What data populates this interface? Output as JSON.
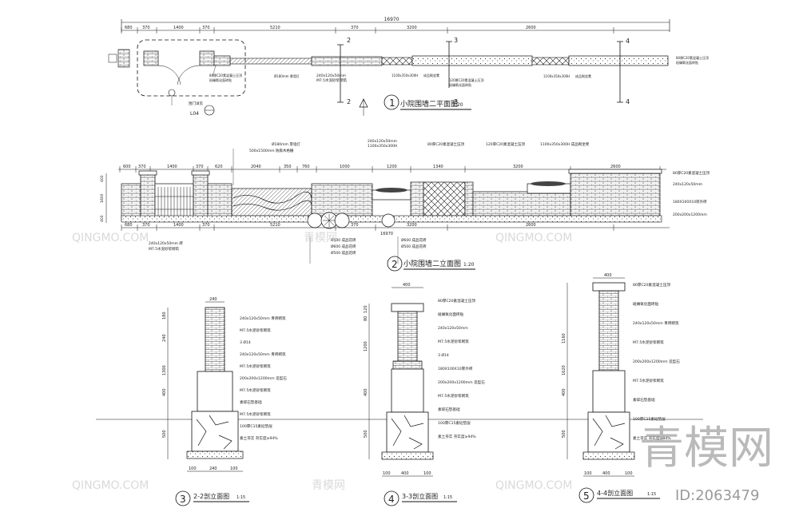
{
  "plan": {
    "top_total": "16970",
    "top_dims": [
      "680",
      "370",
      "1400",
      "370",
      "5210",
      "370",
      "3200",
      "2600"
    ],
    "section_marks": [
      "2",
      "2",
      "3",
      "3",
      "4",
      "4"
    ],
    "notes": [
      "80厚C20素混凝土压顶",
      "斑斓氧化面砖贴",
      "Ø180mm 景墙灯",
      "240x120x50mm",
      "M7.5水泥砂浆砌筑",
      "1100x350x300H",
      "成品砌坐凳",
      "120厚C20素混凝土压顶",
      "斑斓氧化面砖贴",
      "1100x350x300H",
      "成品砌坐凳",
      "80厚C20素混凝土压顶",
      "斑斓氧化面砖贴"
    ],
    "gate_label": "围门详见",
    "gate_ref": "L04",
    "title_num": "1",
    "title": "小院围墙二平面图",
    "scale": "1:20"
  },
  "elev": {
    "top_dims": [
      "600",
      "370",
      "1400",
      "370",
      "620",
      "2040",
      "350",
      "760",
      "1000",
      "1200",
      "1340",
      "3200",
      "2600"
    ],
    "notes_top": [
      "Ø180mm 景墙灯",
      "500x1500mm 防腐木格栅",
      "240x120x50mm",
      "1100x350x300H",
      "80厚C20素混凝土压顶",
      "120厚C20素混凝土压顶",
      "1100x350x300H 成品砌坐凳"
    ],
    "right_notes": [
      "80厚C20素混凝土压顶",
      "240x120x50mm",
      "180X100X10厚外砖",
      "200x200x1200mm"
    ],
    "left_dims": [
      "400",
      "1600",
      "400"
    ],
    "bottom_dims": [
      "680",
      "370",
      "1400",
      "370",
      "5210",
      "370",
      "3200",
      "2600"
    ],
    "bottom_total": "16970",
    "bottom_notes": [
      "Ø500 成品花砖",
      "Ø600 成品花砖",
      "Ø500 成品花砖",
      "Ø600 成品花砖",
      "Ø500 成品花砖"
    ],
    "left_note": [
      "240x120x50mm 砖",
      "M7.5水泥砂浆砌筑"
    ],
    "title_num": "2",
    "title": "小院围墙二立面图",
    "scale": "1:20"
  },
  "sec22": {
    "width": "240",
    "dims": [
      "180",
      "240",
      "1300",
      "400",
      "500"
    ],
    "notes": [
      "240x120x50mm 青砖砌筑",
      "M7.5水泥砂浆砌筑",
      "3 Ø14",
      "240x120x50mm 青砖砌筑",
      "M7.5水泥砂浆砌筑",
      "200x200x1200mm 造型石",
      "M7.5水泥砂浆砌筑",
      "素碎石垫基础",
      "M7.5水泥砂浆砌筑",
      "100厚C15素砼垫层",
      "素土夯实 夯实度≥94%"
    ],
    "bottom_dims": [
      "100",
      "240",
      "100"
    ],
    "title_num": "3",
    "title": "2-2剖立面图",
    "scale": "1:15"
  },
  "sec33": {
    "width": "400",
    "dims": [
      "120",
      "80",
      "1200",
      "400",
      "500"
    ],
    "notes": [
      "80厚C20素混凝土压顶",
      "斑斓氧化面砖贴",
      "240x120x50mm",
      "M7.5水泥砂浆砌筑",
      "3 Ø14",
      "180X100X10厚外砖",
      "200x200x1200mm 造型石",
      "M7.5水泥砂浆砌筑",
      "素碎石垫基础",
      "100厚C15素砼垫层",
      "素土夯实 夯实度≥94%"
    ],
    "bottom_dims": [
      "100",
      "400",
      "100"
    ],
    "title_num": "4",
    "title": "3-3剖立面图",
    "scale": "1:15"
  },
  "sec44": {
    "width": "400",
    "dims": [
      "1160",
      "1620",
      "400",
      "500"
    ],
    "notes": [
      "80厚C20素混凝土压顶",
      "斑斓氧化面砖贴",
      "240x120x50mm 青砖砌筑",
      "M7.5水泥砂浆砌筑",
      "200x200x1200mm 造型石",
      "M7.5水泥砂浆砌筑",
      "素碎石垫基础",
      "100厚C15素砼垫层",
      "素土夯实 夯实度≥94%"
    ],
    "bottom_dims": [
      "100",
      "400",
      "100"
    ],
    "title_num": "5",
    "title": "4-4剖立面图",
    "scale": "1:15"
  },
  "watermark": {
    "logo": "青模网",
    "id": "ID:2063479",
    "marks": [
      "QINGMO.COM",
      "青模网"
    ]
  },
  "colors": {
    "line": "#111111",
    "brick": "#555555",
    "fill": "#dddddd",
    "wm": "#bbbbbb"
  }
}
